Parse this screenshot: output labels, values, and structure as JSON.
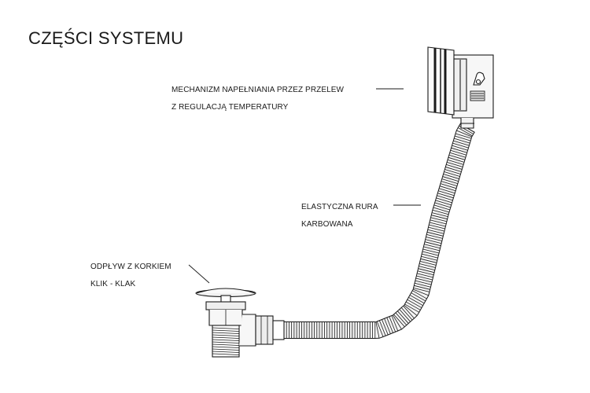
{
  "page": {
    "title": "CZĘŚCI SYSTEMU"
  },
  "labels": {
    "overflow_filler": {
      "line1": "MECHANIZM NAPEŁNIANIA PRZEZ PRZELEW",
      "line2": "Z REGULACJĄ TEMPERATURY"
    },
    "corrugated_hose": {
      "line1": "ELASTYCZNA RURA",
      "line2": "KARBOWANA"
    },
    "click_clack_drain": {
      "line1": "ODPŁYW Z KORKIEM",
      "line2": "KLIK - KLAK"
    }
  },
  "colors": {
    "line": "#1a1a1a",
    "fill_light": "#f2f2f2",
    "fill_mid": "#d9d9d9",
    "background": "#ffffff"
  }
}
